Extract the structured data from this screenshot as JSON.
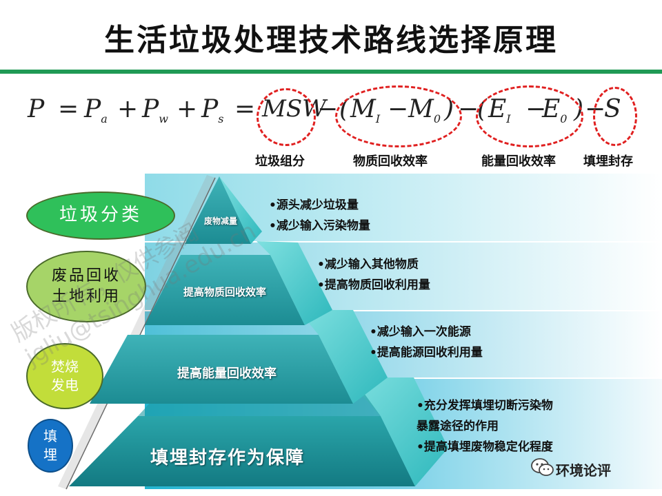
{
  "title": "生活垃圾处理技术路线选择原理",
  "formula": {
    "P": "P",
    "eq": "=",
    "plus": "+",
    "minus": "−",
    "Pa": "P",
    "a": "a",
    "Pw": "P",
    "w": "w",
    "Ps": "P",
    "s": "s",
    "msw": "MSW",
    "lparen": "(",
    "rparen": ")",
    "M": "M",
    "I": "I",
    "zero": "0",
    "E": "E",
    "S": "S"
  },
  "captions": [
    "垃圾组分",
    "物质回收效率",
    "能量回收效率",
    "填埋封存"
  ],
  "side_labels": {
    "sort": "垃圾分类",
    "recycle_line1": "废品回收",
    "recycle_line2": "土地利用",
    "power_line1": "焚烧",
    "power_line2": "发电",
    "landfill_line1": "填",
    "landfill_line2": "埋"
  },
  "tiers": [
    {
      "label": "废物减量",
      "bullets": [
        "•源头减少垃圾量",
        "•减少输入污染物量"
      ]
    },
    {
      "label": "提高物质回收效率",
      "bullets": [
        "•减少输入其他物质",
        "•提高物质回收利用量"
      ]
    },
    {
      "label": "提高能量回收效率",
      "bullets": [
        "•减少输入一次能源",
        "•提高能源回收利用量"
      ]
    },
    {
      "label": "填埋封存作为保障",
      "bullets": [
        "•充分发挥填埋切断污染物",
        "暴露途径的作用",
        "•提高填埋废物稳定化程度"
      ]
    }
  ],
  "watermark": [
    "版权所有，仅供参阅",
    "jgliu@tsinghua.edu.cn"
  ],
  "brand": "环境论评",
  "colors": {
    "rule": "#1f9a55",
    "oval_red": "#e02020",
    "tier_front": "#1e8f96",
    "tier_side": "#3fc9cc",
    "sort_oval": "#2fc05a",
    "recycle_oval": "#a6d468",
    "power_oval": "#c2dd3a",
    "landfill_oval": "#1572c6"
  }
}
